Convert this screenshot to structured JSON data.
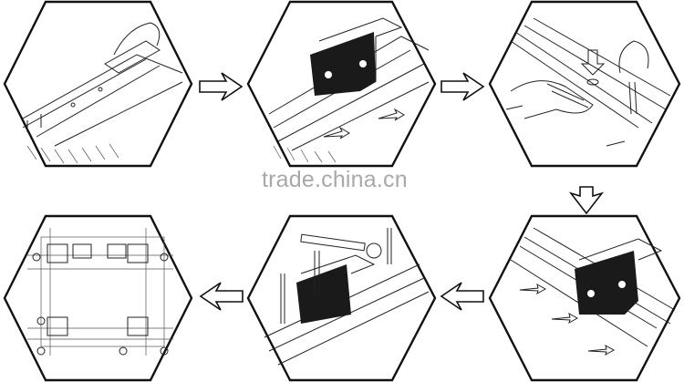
{
  "watermark": "trade.china.cn",
  "colors": {
    "outline": "#111111",
    "watermark": "#a8a8a8",
    "background": "#ffffff"
  },
  "steps": [
    {
      "id": 1,
      "icon": "hand-cleaning-rail-icon"
    },
    {
      "id": 2,
      "icon": "block-on-rail-icon"
    },
    {
      "id": 3,
      "icon": "rail-bolting-icon"
    },
    {
      "id": 4,
      "icon": "block-pushed-to-reference-icon"
    },
    {
      "id": 5,
      "icon": "torque-wrench-tightening-icon"
    },
    {
      "id": 6,
      "icon": "table-assembly-topview-icon"
    }
  ]
}
